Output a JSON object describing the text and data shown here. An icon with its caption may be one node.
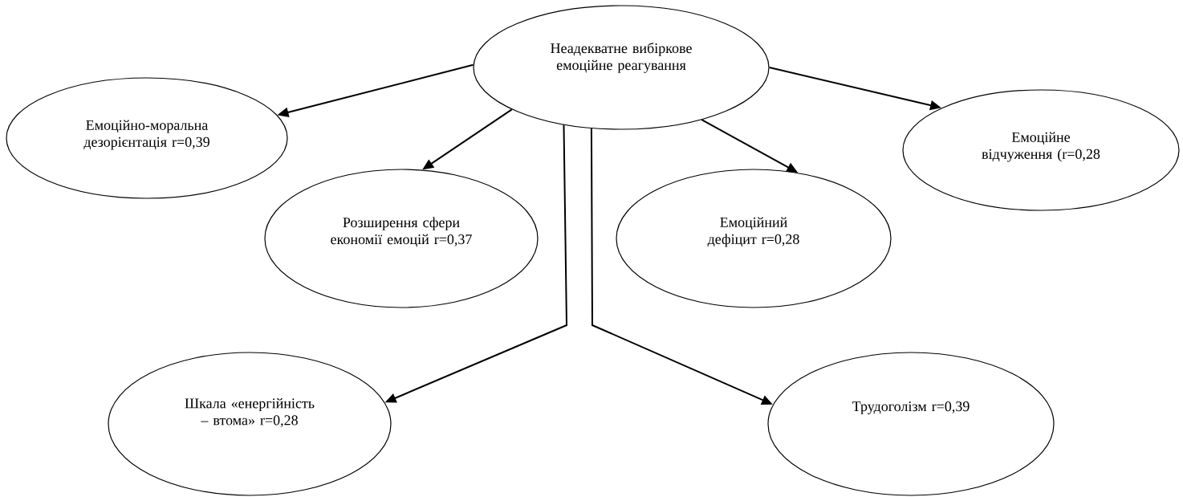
{
  "diagram": {
    "nodes": [
      {
        "text": [
          "Неадекватне вибіркове емоційне реагування"
        ]
      },
      {
        "text": [
          "Емоційно-моральна дезорієнтація r=0,39"
        ]
      },
      {
        "text": [
          "Розширення сфери економії емоцій r=0,37"
        ]
      },
      {
        "text": [
          "Емоційний дефіцит r=0,28"
        ]
      },
      {
        "text": [
          "Емоційне відчуження (r=0,28"
        ]
      },
      {
        "text": [
          "Шкала «енергійність – втома»  r=0,28"
        ]
      },
      {
        "text": [
          "Трудоголізм r=0,39"
        ]
      }
    ],
    "edges": [
      {
        "from": 0,
        "to": 1,
        "arrow": "to"
      },
      {
        "from": 0,
        "to": 2,
        "arrow": "to"
      },
      {
        "from": 0,
        "to": 5,
        "arrow": "to"
      },
      {
        "from": 0,
        "to": 6,
        "arrow": "to"
      },
      {
        "from": 0,
        "to": 3,
        "arrow": "to"
      },
      {
        "from": 0,
        "to": 4,
        "arrow": "to"
      }
    ]
  }
}
